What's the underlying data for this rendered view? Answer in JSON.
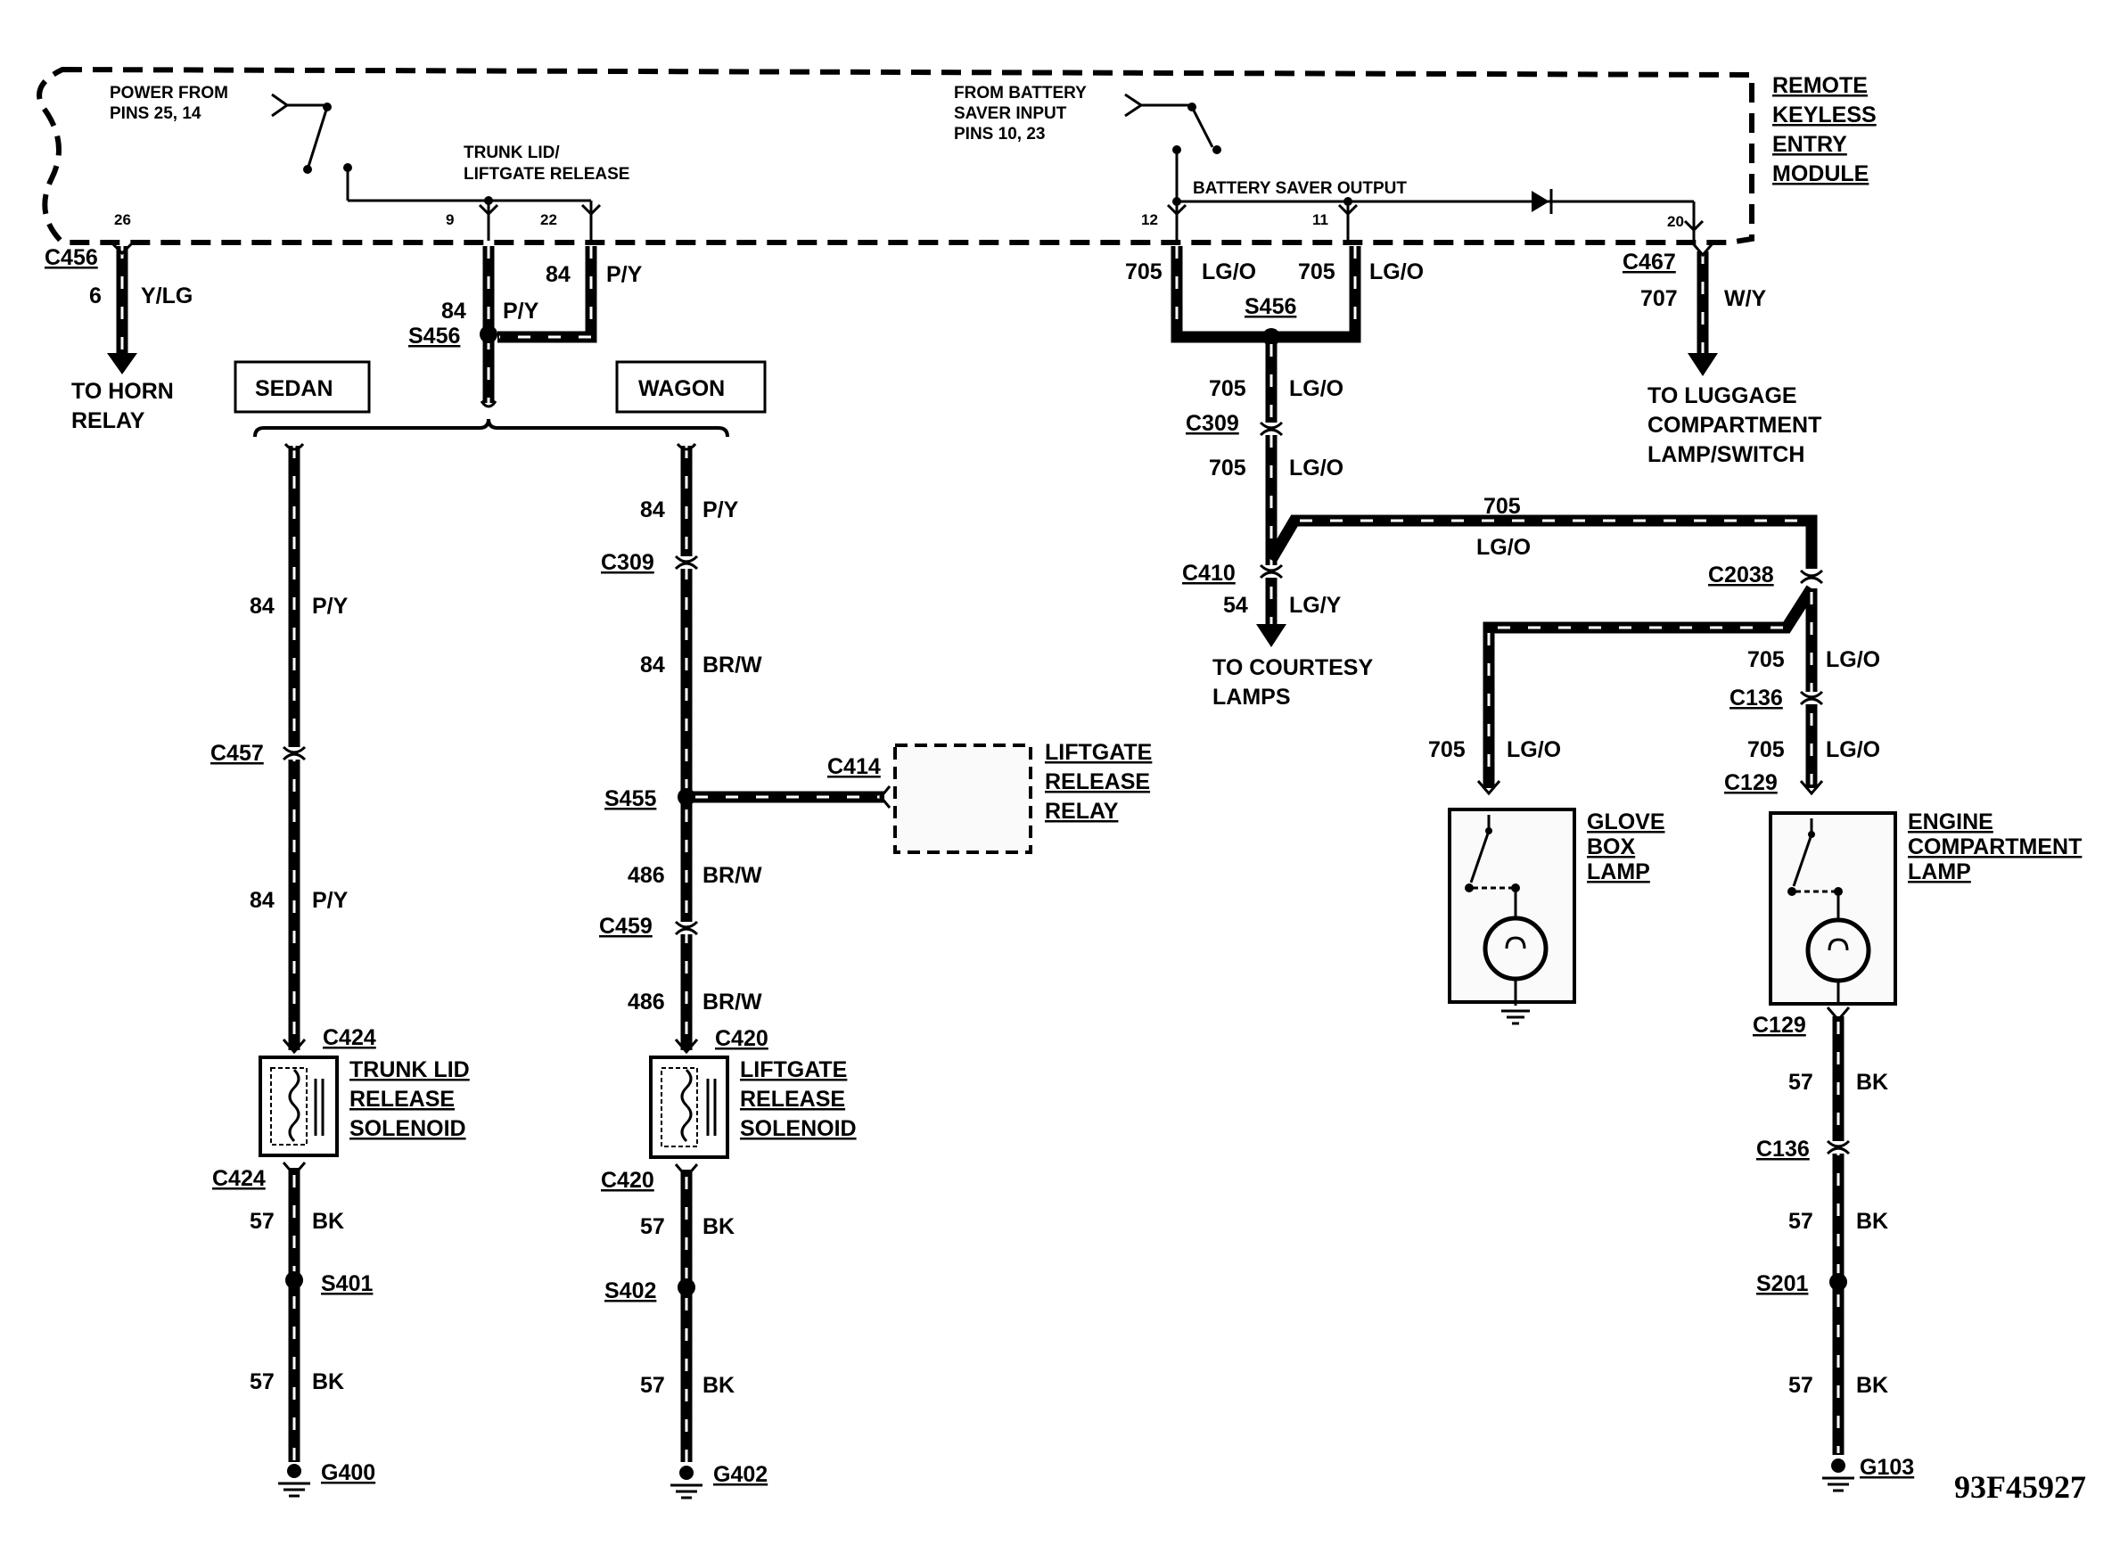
{
  "module": {
    "title_lines": [
      "REMOTE",
      "KEYLESS",
      "ENTRY",
      "MODULE"
    ],
    "power_from_lines": [
      "POWER  FROM",
      "PINS 25, 14"
    ],
    "battery_input_lines": [
      "FROM BATTERY",
      "SAVER INPUT",
      "PINS 10, 23"
    ],
    "trunk_release_lines": [
      "TRUNK LID/",
      "LIFTGATE RELEASE"
    ],
    "battery_saver_output": "BATTERY SAVER OUTPUT",
    "pins": {
      "p26": "26",
      "p9": "9",
      "p22": "22",
      "p12": "12",
      "p11": "11",
      "p20": "20"
    }
  },
  "variants": {
    "sedan": "SEDAN",
    "wagon": "WAGON"
  },
  "connectors": {
    "c456": "C456",
    "c467": "C467",
    "s456a": "S456",
    "s456b": "S456",
    "c309a": "C309",
    "c309b": "C309",
    "c410": "C410",
    "c2038": "C2038",
    "c136a": "C136",
    "c129a": "C129",
    "c129b": "C129",
    "c136b": "C136",
    "s201": "S201",
    "g103": "G103",
    "c457": "C457",
    "c424a": "C424",
    "c424b": "C424",
    "s401": "S401",
    "g400": "G400",
    "c414": "C414",
    "s455": "S455",
    "c459": "C459",
    "c420a": "C420",
    "c420b": "C420",
    "s402": "S402",
    "g402": "G402"
  },
  "wires": {
    "w6": {
      "num": "6",
      "color": "Y/LG"
    },
    "w84a": {
      "num": "84",
      "color": "P/Y"
    },
    "w84b": {
      "num": "84",
      "color": "P/Y"
    },
    "w705a": {
      "num": "705",
      "color": "LG/O"
    },
    "w705b": {
      "num": "705",
      "color": "LG/O"
    },
    "w707": {
      "num": "707",
      "color": "W/Y"
    },
    "w705c": {
      "num": "705",
      "color": "LG/O"
    },
    "w705d": {
      "num": "705",
      "color": "LG/O"
    },
    "w705e": {
      "num": "705",
      "color": "LG/O"
    },
    "w54": {
      "num": "54",
      "color": "LG/Y"
    },
    "w705f": {
      "num": "705",
      "color": "LG/O"
    },
    "w705g": {
      "num": "705",
      "color": "LG/O"
    },
    "w705h": {
      "num": "705",
      "color": "LG/O"
    },
    "w57e1": {
      "num": "57",
      "color": "BK"
    },
    "w57e2": {
      "num": "57",
      "color": "BK"
    },
    "w57e3": {
      "num": "57",
      "color": "BK"
    },
    "w84s1": {
      "num": "84",
      "color": "P/Y"
    },
    "w84s2": {
      "num": "84",
      "color": "P/Y"
    },
    "w57s1": {
      "num": "57",
      "color": "BK"
    },
    "w57s2": {
      "num": "57",
      "color": "BK"
    },
    "w84w1": {
      "num": "84",
      "color": "P/Y"
    },
    "w84w2": {
      "num": "84",
      "color": "BR/W"
    },
    "w486a": {
      "num": "486",
      "color": "BR/W"
    },
    "w486b": {
      "num": "486",
      "color": "BR/W"
    },
    "w57w1": {
      "num": "57",
      "color": "BK"
    },
    "w57w2": {
      "num": "57",
      "color": "BK"
    }
  },
  "destinations": {
    "horn_relay": [
      "TO HORN",
      "RELAY"
    ],
    "luggage": [
      "TO LUGGAGE",
      "COMPARTMENT",
      "LAMP/SWITCH"
    ],
    "courtesy": [
      "TO COURTESY",
      "LAMPS"
    ]
  },
  "components": {
    "glove_box": [
      "GLOVE",
      "BOX",
      "LAMP"
    ],
    "engine_lamp": [
      "ENGINE",
      "COMPARTMENT",
      "LAMP"
    ],
    "trunk_solenoid": [
      "TRUNK LID",
      "RELEASE",
      "SOLENOID"
    ],
    "liftgate_solenoid": [
      "LIFTGATE",
      "RELEASE",
      "SOLENOID"
    ],
    "liftgate_relay": [
      "LIFTGATE",
      "RELEASE",
      "RELAY"
    ]
  },
  "figure_id": "93F45927"
}
